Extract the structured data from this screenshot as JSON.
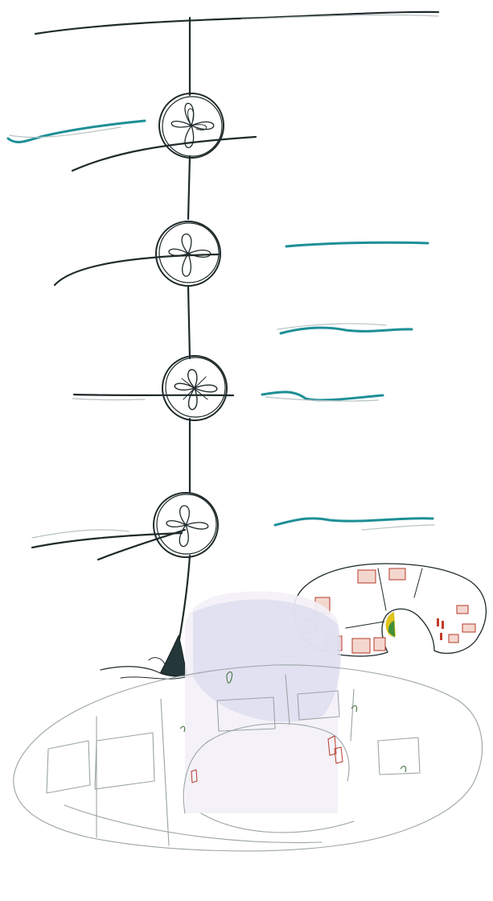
{
  "sketch": {
    "colors": {
      "ink": "#1f2a2a",
      "current": "#1d8f96",
      "pencil": "#9aa4a6",
      "rooms": "#b5382a",
      "accent_yellow": "#e0c31c",
      "accent_green": "#3f8f3a"
    },
    "elements": [
      "surface-line",
      "mooring-cable",
      "turbine-1",
      "turbine-2",
      "turbine-3",
      "turbine-4",
      "seabed-anchor",
      "ocean-current-lines",
      "habitat-plan-view",
      "habitat-perspective-view"
    ]
  }
}
